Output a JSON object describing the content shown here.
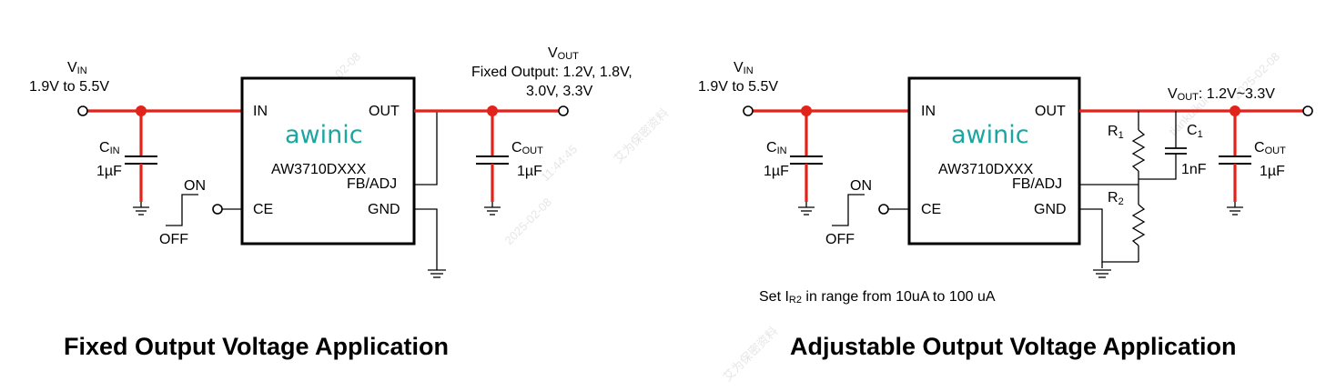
{
  "fixed": {
    "vin_label": "V",
    "vin_sub": "IN",
    "vin_range": "1.9V to 5.5V",
    "vout_label": "V",
    "vout_sub": "OUT",
    "vout_line1": "Fixed Output: 1.2V, 1.8V,",
    "vout_line2": "3.0V, 3.3V",
    "cin_label": "C",
    "cin_sub": "IN",
    "cin_value": "1µF",
    "cout_label": "C",
    "cout_sub": "OUT",
    "cout_value": "1µF",
    "on_label": "ON",
    "off_label": "OFF",
    "title": "Fixed Output Voltage Application"
  },
  "adjustable": {
    "vin_label": "V",
    "vin_sub": "IN",
    "vin_range": "1.9V to 5.5V",
    "vout_label": "V",
    "vout_sub": "OUT",
    "vout_value": ": 1.2V~3.3V",
    "cin_label": "C",
    "cin_sub": "IN",
    "cin_value": "1µF",
    "cout_label": "C",
    "cout_sub": "OUT",
    "cout_value": "1µF",
    "r1_label": "R",
    "r1_sub": "1",
    "r2_label": "R",
    "r2_sub": "2",
    "c1_label": "C",
    "c1_sub": "1",
    "c1_value": "1nF",
    "on_label": "ON",
    "off_label": "OFF",
    "note_prefix": "Set I",
    "note_sub": "R2",
    "note_suffix": " in range from 10uA to 100 uA",
    "title": "Adjustable Output Voltage Application"
  },
  "chip": {
    "brand": "awinic",
    "part": "AW3710DXXX",
    "pins": {
      "in": "IN",
      "out": "OUT",
      "ce": "CE",
      "fb": "FB/ADJ",
      "gnd": "GND"
    }
  },
  "colors": {
    "wire_power": "#e2231a",
    "brand": "#1aa7a1",
    "wire_signal": "#000000"
  },
  "watermark": {
    "date": "2025-02-08",
    "time": "11:44:45",
    "user": "tiankuikui",
    "company": "艾为保密资料"
  }
}
